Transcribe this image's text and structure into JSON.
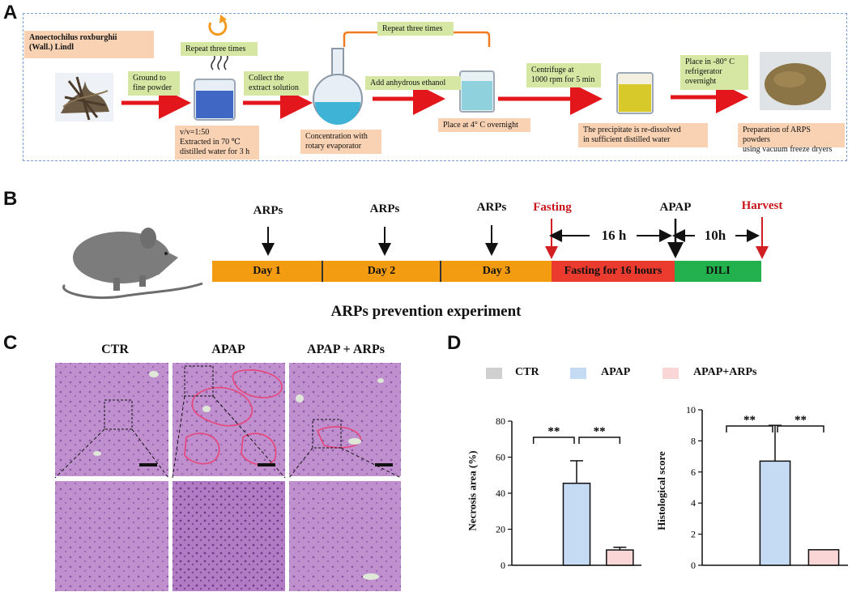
{
  "panel_letters": {
    "a": "A",
    "b": "B",
    "c": "C",
    "d": "D"
  },
  "panel_a": {
    "plant_name_line1": "Anoectochilus roxburghii",
    "plant_name_line2": "(Wall.) Lindl",
    "repeat_three_times_1": "Repeat three times",
    "ground_line1": "Ground to",
    "ground_line2": "fine powder",
    "collect_line1": "Collect the",
    "collect_line2": "extract solution",
    "extract_line1": "v/v=1:50",
    "extract_line2": "Extracted in 70 ℃",
    "extract_line3": "distilled water for 3 h",
    "repeat_three_times_2": "Repeat three times",
    "add_ethanol": "Add anhydrous ethanol",
    "concentration_line1": "Concentration with",
    "concentration_line2": "rotary evaporator",
    "place_4c": "Place at 4° C overnight",
    "centrifuge_line1": "Centrifuge at",
    "centrifuge_line2": "1000 rpm for 5 min",
    "precipitate_line1": "The precipitate is re-dissolved",
    "precipitate_line2": "in sufficient distilled water",
    "freeze_line1": "Place in -80° C",
    "freeze_line2": "refrigerator",
    "freeze_line3": "overnight",
    "prep_line1": "Preparation of ARPS powders",
    "prep_line2": "using vacuum freeze dryers",
    "colors": {
      "arrow": "#e3161b",
      "green_box": "#d6e7a4",
      "peach_box": "#f8d2b3",
      "dash_border": "#7a9ed6"
    }
  },
  "panel_b": {
    "arps_1": "ARPs",
    "arps_2": "ARPs",
    "arps_3": "ARPs",
    "fasting": "Fasting",
    "apap": "APAP",
    "harvest": "Harvest",
    "interval_16h": "16 h",
    "interval_10h": "10h",
    "day1": "Day 1",
    "day2": "Day 2",
    "day3": "Day 3",
    "fasting_segment": "Fasting for 16 hours",
    "dili": "DILI",
    "title": "ARPs prevention experiment",
    "colors": {
      "days": "#f39c12",
      "fasting": "#ea3b2e",
      "dili": "#22b14c",
      "red_label": "#c8151b"
    }
  },
  "panel_c": {
    "col_ctr": "CTR",
    "col_apap": "APAP",
    "col_apap_arps": "APAP + ARPs"
  },
  "panel_d": {
    "legend": [
      "CTR",
      "APAP",
      "APAP+ARPs"
    ],
    "colors": {
      "ctr": "#d0d0d0",
      "apap": "#c5daf3",
      "apap_arps": "#fbd6d6"
    },
    "sig": "**"
  },
  "chart_data": [
    {
      "type": "bar",
      "categories": [
        "CTR",
        "APAP",
        "APAP+ARPs"
      ],
      "values": [
        0,
        45.5,
        8.5
      ],
      "errors": [
        0,
        12.5,
        1.5
      ],
      "ylabel": "Necrosis area (%)",
      "ylim": [
        0,
        80
      ],
      "yticks": [
        0,
        20,
        40,
        60,
        80
      ],
      "significance": [
        "**",
        "**"
      ]
    },
    {
      "type": "bar",
      "categories": [
        "CTR",
        "APAP",
        "APAP+ARPs"
      ],
      "values": [
        0,
        6.7,
        1.0
      ],
      "errors": [
        0,
        2.3,
        0
      ],
      "ylabel": "Histological score",
      "ylim": [
        0,
        10
      ],
      "yticks": [
        0,
        2,
        4,
        6,
        8,
        10
      ],
      "significance": [
        "**",
        "**"
      ]
    }
  ]
}
